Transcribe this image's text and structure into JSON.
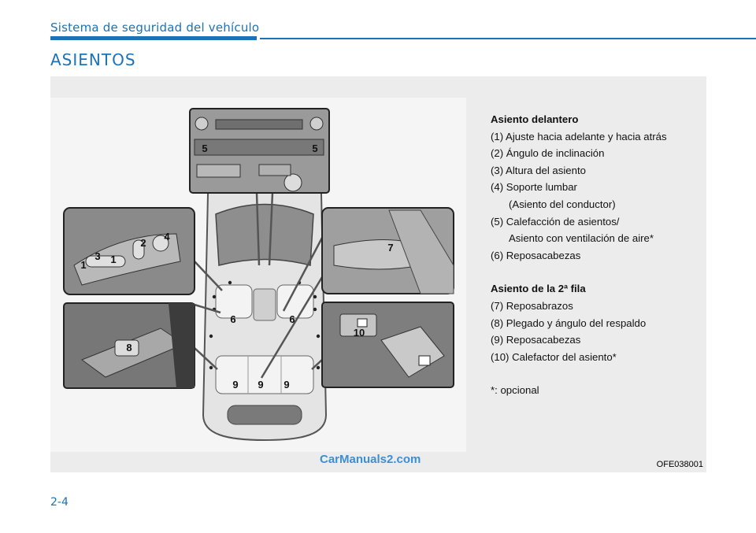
{
  "header": {
    "section": "Sistema de seguridad del vehículo",
    "heading": "ASIENTOS"
  },
  "figure": {
    "code": "OFE038001",
    "watermark": "CarManuals2.com",
    "callouts": {
      "console": [
        "5",
        "5"
      ],
      "door_switch": [
        "1",
        "3",
        "1",
        "2",
        "4"
      ],
      "armrest": [
        "8"
      ],
      "rear_right": [
        "7"
      ],
      "seat_heater": [
        "10"
      ],
      "car": [
        "6",
        "6",
        "9",
        "9",
        "9"
      ]
    }
  },
  "legend": {
    "front_title": "Asiento delantero",
    "front_items": [
      "(1) Ajuste hacia adelante y hacia atrás",
      "(2) Ángulo de inclinación",
      "(3) Altura del asiento",
      "(4) Soporte lumbar",
      "(Asiento del conductor)",
      "(5) Calefacción de asientos/",
      "Asiento con ventilación de aire*",
      "(6) Reposacabezas"
    ],
    "rear_title": "Asiento de la 2ª fila",
    "rear_items": [
      "(7) Reposabrazos",
      "(8) Plegado y ángulo del respaldo",
      "(9) Reposacabezas",
      "(10) Calefactor del asiento*"
    ],
    "footnote": "*: opcional"
  },
  "footer": {
    "page_number": "2-4"
  }
}
